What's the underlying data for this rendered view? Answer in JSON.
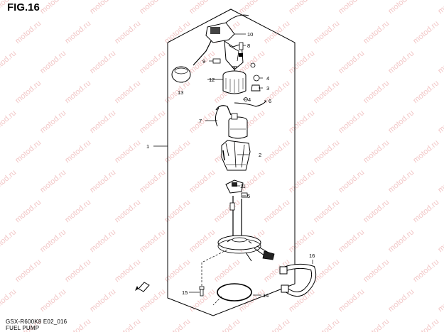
{
  "figure": {
    "title": "FIG.16",
    "code": "GSX-R600K8 E02_016",
    "name": "FUEL PUMP"
  },
  "watermark_text": "motod.ru",
  "callouts": [
    "1",
    "2",
    "3",
    "4",
    "4",
    "5",
    "6",
    "7",
    "8",
    "9",
    "10",
    "11",
    "12",
    "13",
    "14",
    "15",
    "16"
  ],
  "colors": {
    "line": "#000000",
    "watermark": "#f2c7c7",
    "background": "#ffffff"
  }
}
